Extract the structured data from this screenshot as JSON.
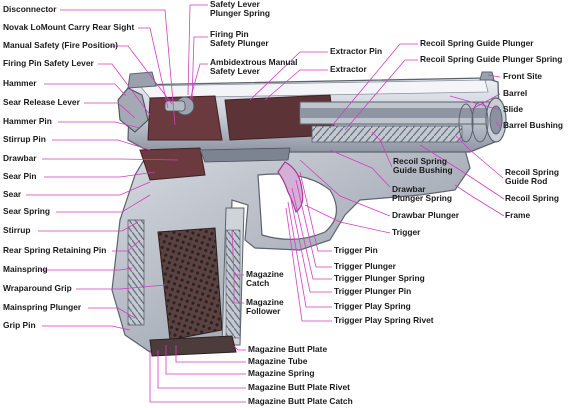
{
  "colors": {
    "leader": "#d23fc0",
    "metal_light": "#d9dde4",
    "metal_mid": "#a9afba",
    "metal_dark": "#6f7582",
    "cutaway": "#6b3a3e",
    "grip": "#4a3434",
    "spring": "#b7bcc6"
  },
  "left_labels": [
    "Disconnector",
    "Novak LoMount Carry Rear Sight",
    "Manual Safety (Fire Position)",
    "Firing Pin Safety Lever",
    "Hammer",
    "Sear Release Lever",
    "Hammer Pin",
    "Stirrup Pin",
    "Drawbar",
    "Sear Pin",
    "Sear",
    "Sear Spring",
    "Stirrup",
    "Rear Spring Retaining Pin",
    "Mainspring",
    "Wraparound Grip",
    "Mainspring Plunger",
    "Grip Pin"
  ],
  "top_labels": [
    [
      "Safety Lever",
      "Plunger Spring"
    ],
    [
      "Firing Pin",
      "Safety Plunger"
    ],
    [
      "Ambidextrous Manual",
      "Safety Lever"
    ],
    "Extractor Pin",
    "Extractor"
  ],
  "right_labels": [
    "Recoil Spring Guide Plunger",
    "Recoil Spring Guide Plunger Spring",
    "Front Site",
    "Barrel",
    "Slide",
    "Barrel Bushing",
    [
      "Recoil Spring",
      "Guide Bushing"
    ],
    [
      "Recoil Spring",
      "Guide Rod"
    ],
    [
      "Drawbar",
      "Plunger Spring"
    ],
    "Recoil Spring",
    "Drawbar Plunger",
    "Frame",
    "Trigger"
  ],
  "bottom_labels": [
    "Trigger Pin",
    "Trigger Plunger",
    "Trigger Plunger Spring",
    "Trigger Plunger Pin",
    "Trigger Play Spring",
    "Trigger Play Spring Rivet",
    [
      "Magazine",
      "Catch"
    ],
    [
      "Magazine",
      "Follower"
    ],
    "Magazine Butt Plate",
    "Magazine Tube",
    "Magazine Spring",
    "Magazine Butt Plate Rivet",
    "Magazine Butt Plate Catch"
  ]
}
